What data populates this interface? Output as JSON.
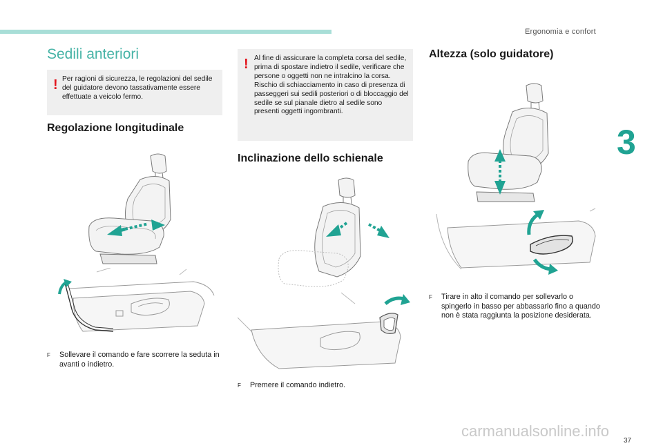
{
  "header": {
    "section_name": "Ergonomia e confort",
    "chapter_number": "3",
    "page_number": "37",
    "watermark": "carmanualsonline.info"
  },
  "left_column": {
    "title": "Sedili anteriori",
    "warning": {
      "mark": "!",
      "text": "Per ragioni di sicurezza, le regolazioni del sedile del guidatore devono tassativamente essere effettuate a veicolo fermo."
    },
    "heading": "Regolazione longitudinale",
    "step_bullet": "F",
    "step_text": "Sollevare il comando e fare scorrere la seduta in avanti o indietro."
  },
  "middle_column": {
    "warning": {
      "mark": "!",
      "text": "Al fine di assicurare la completa corsa del sedile, prima di spostare indietro il sedile, verificare che persone o oggetti non ne intralcino la corsa.\nRischio di schiacciamento in caso di presenza di passeggeri sui sedili posteriori o di bloccaggio del sedile se sul pianale dietro al sedile sono presenti oggetti ingombranti."
    },
    "heading": "Inclinazione dello schienale",
    "step_bullet": "F",
    "step_text": "Premere il comando indietro."
  },
  "right_column": {
    "heading": "Altezza (solo guidatore)",
    "step_bullet": "F",
    "step_text": "Tirare in alto il comando per sollevarlo o spingerlo in basso per abbassarlo fino a quando non è stata raggiunta la posizione desiderata."
  },
  "colors": {
    "accent_teal": "#20a393",
    "title_teal": "#46b3a6",
    "top_bar": "#a8ded7",
    "warning_red": "#e2141c",
    "warning_bg": "#efefef"
  }
}
